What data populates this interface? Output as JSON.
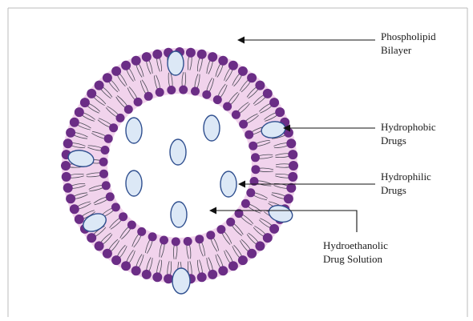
{
  "diagram": {
    "colors": {
      "head": "#6b2d86",
      "membrane": "#f1d3ec",
      "tail": "#4a4a55",
      "drug_fill": "#dce8f6",
      "drug_stroke": "#2f4f8f",
      "border": "#bbbbbb",
      "arrow": "#111111"
    },
    "labels": {
      "phospholipid": [
        "Phospholipid",
        "Bilayer"
      ],
      "hydrophobic": [
        "Hydrophobic",
        "Drugs"
      ],
      "hydrophilic": [
        "Hydrophilic",
        "Drugs"
      ],
      "solution": [
        "Hydroethanolic",
        "Drug Solution"
      ]
    },
    "icons": [
      "liposome-diagram",
      "phospholipid-head-icon",
      "drug-vesicle-icon",
      "arrow-icon"
    ]
  }
}
